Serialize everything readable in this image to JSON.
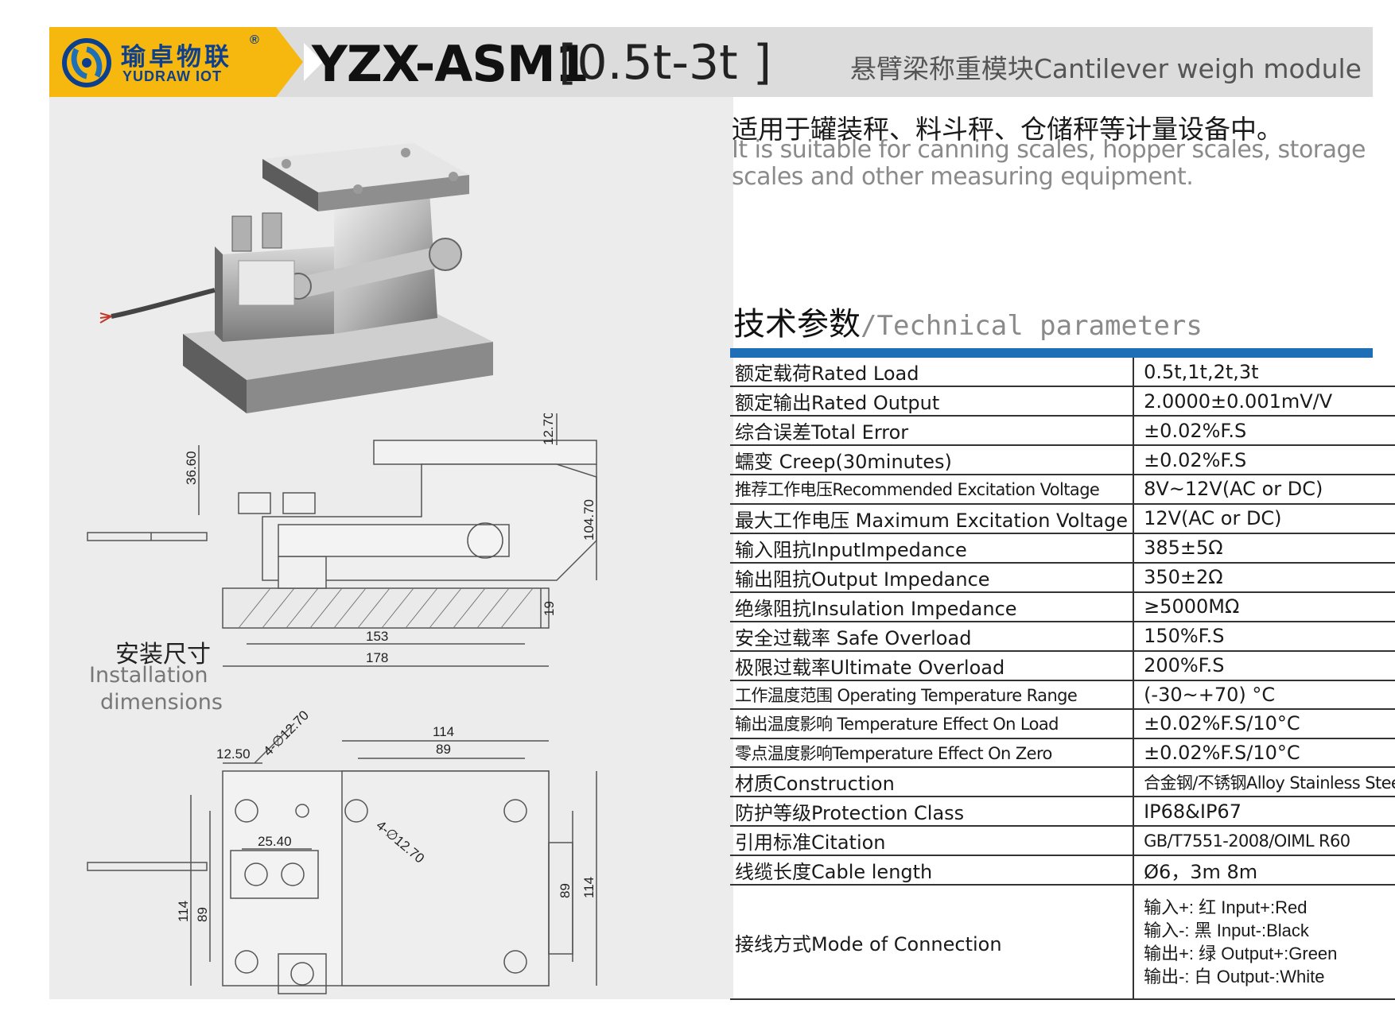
{
  "brand": {
    "name_cn": "瑜卓物联",
    "name_en": "YUDRAW IOT",
    "reg_mark": "®"
  },
  "header": {
    "model": "YZX-ASM1",
    "range": "[0.5t-3t ]",
    "subtitle": "悬臂梁称重模块Cantilever weigh module"
  },
  "description": {
    "cn": "适用于罐装秤、料斗秤、仓储秤等计量设备中。",
    "en": "It is suitable for canning scales, hopper scales, storage scales and other measuring equipment."
  },
  "installation": {
    "title_cn": "安装尺寸",
    "title_en_1": "Installation",
    "title_en_2": "dimensions"
  },
  "dimensions": {
    "side": {
      "d1": "36.60",
      "d2": "12.70",
      "d3": "104.70",
      "d4": "19",
      "d5": "153",
      "d6": "178"
    },
    "top": {
      "d1": "12.50",
      "d2": "4-∅12.70",
      "d3": "114",
      "d4": "89",
      "d5": "4-∅12.70",
      "d6": "25.40",
      "d7": "114",
      "d8": "89",
      "d9": "89",
      "d10": "114"
    }
  },
  "tech": {
    "title_cn": "技术参数",
    "title_en": "/Technical parameters",
    "rows": [
      {
        "k": "额定载荷Rated Load",
        "v": "0.5t,1t,2t,3t"
      },
      {
        "k": "额定输出Rated Output",
        "v": "2.0000±0.001mV/V"
      },
      {
        "k": "综合误差Total Error",
        "v": "±0.02%F.S"
      },
      {
        "k": "蠕变 Creep(30minutes)",
        "v": "±0.02%F.S"
      },
      {
        "k": "推荐工作电压Recommended Excitation Voltage",
        "v": "8V~12V(AC or DC)"
      },
      {
        "k": "最大工作电压 Maximum Excitation Voltage",
        "v": "12V(AC or DC)"
      },
      {
        "k": "输入阻抗InputImpedance",
        "v": "385±5Ω"
      },
      {
        "k": "输出阻抗Output Impedance",
        "v": "350±2Ω"
      },
      {
        "k": "绝缘阻抗Insulation Impedance",
        "v": "≥5000MΩ"
      },
      {
        "k": "安全过载率 Safe Overload",
        "v": "150%F.S"
      },
      {
        "k": "极限过载率Ultimate Overload",
        "v": "200%F.S"
      },
      {
        "k": "工作温度范围 Operating Temperature Range",
        "v": "(-30~+70) °C"
      },
      {
        "k": "输出温度影响 Temperature Effect On Load",
        "v": "±0.02%F.S/10°C"
      },
      {
        "k": "零点温度影响Temperature Effect On Zero",
        "v": "±0.02%F.S/10°C"
      },
      {
        "k": "材质Construction",
        "v": "合金钢/不锈钢Alloy Stainless Steel"
      },
      {
        "k": "防护等级Protection Class",
        "v": "IP68&IP67"
      },
      {
        "k": "引用标准Citation",
        "v": "GB/T7551-2008/OIML R60"
      },
      {
        "k": "线缆长度Cable length",
        "v": "Ø6，3m 8m"
      }
    ],
    "connection": {
      "k": "接线方式Mode of Connection",
      "lines": [
        "输入+:  红 Input+:Red",
        "输入-:  黑 Input-:Black",
        "输出+:  绿 Output+:Green",
        "输出-:  白 Output-:White"
      ]
    }
  }
}
